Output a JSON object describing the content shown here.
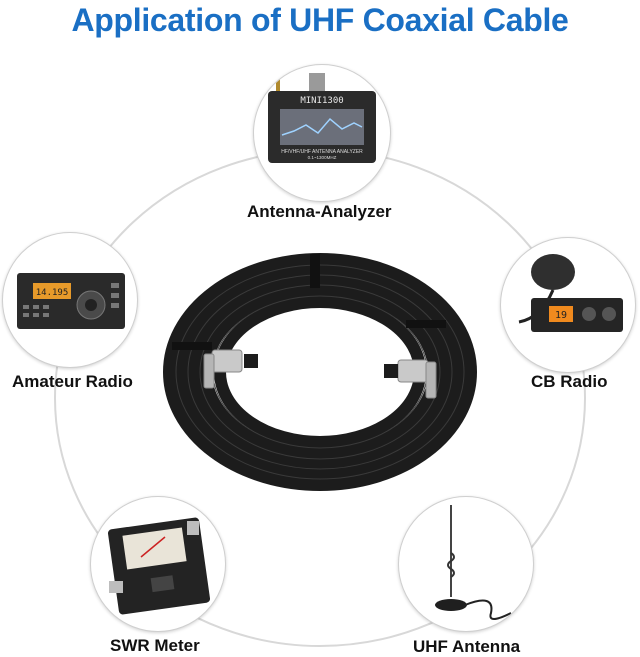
{
  "title": "Application of UHF Coaxial Cable",
  "devices": [
    {
      "name": "Antenna-Analyzer",
      "screen_brand": "MINI1300",
      "screen_caption": "HF/VHF/UHF ANTENNA ANALYZER",
      "screen_range": "0.1~1300MHZ"
    },
    {
      "name": "Amateur Radio",
      "display": "14.195"
    },
    {
      "name": "CB Radio",
      "display": "19"
    },
    {
      "name": "SWR Meter"
    },
    {
      "name": "UHF Antenna"
    }
  ],
  "colors": {
    "title": "#1a6fc4",
    "cable": "#1c1c1c",
    "ring": "#d8d8d8",
    "connector": "#c9c9c9"
  }
}
